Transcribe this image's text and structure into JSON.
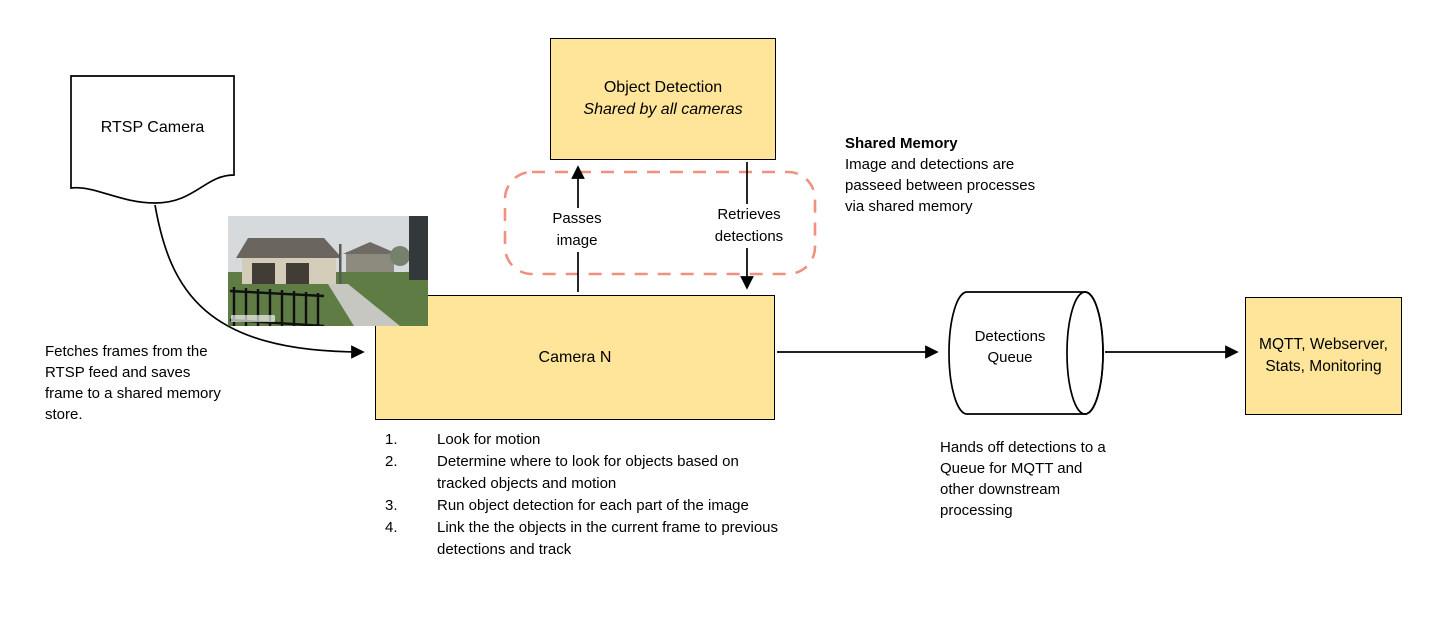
{
  "nodes": {
    "rtsp_camera": {
      "label": "RTSP Camera"
    },
    "object_detection": {
      "title": "Object Detection",
      "subtitle": "Shared by all cameras"
    },
    "camera_n": {
      "label": "Camera N"
    },
    "detections_queue": {
      "label": "Detections Queue"
    },
    "outputs": {
      "label": "MQTT, Webserver, Stats, Monitoring"
    }
  },
  "edges": {
    "passes_image": "Passes image",
    "retrieves_detections": "Retrieves detections"
  },
  "notes": {
    "shared_memory_title": "Shared Memory",
    "shared_memory_body": "Image and detections are passeed between processes via shared memory",
    "fetch_frames": "Fetches frames from the RTSP feed and saves frame to a shared memory store.",
    "queue_handoff": "Hands off detections to a Queue for MQTT and other downstream processing"
  },
  "camera_steps": [
    "Look for motion",
    "Determine where to look for objects based on tracked objects and motion",
    "Run object detection for each part of the image",
    "Link the the objects in the current frame to previous detections and track"
  ],
  "colors": {
    "node_fill": "#ffe599",
    "node_border": "#000000",
    "shared_memory_outline": "#f0907e",
    "arrow": "#000000"
  }
}
